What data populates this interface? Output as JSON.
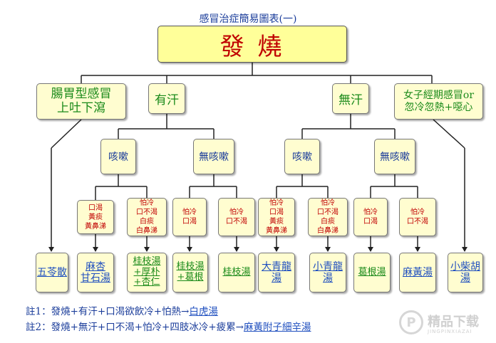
{
  "title": "感冒治症簡易圖表(一)",
  "root": "發 燒",
  "level1": {
    "gi": [
      "腸胃型感冒",
      "上吐下瀉"
    ],
    "sweat": "有汗",
    "nosweat": "無汗",
    "menses": [
      "女子經期感冒or",
      "忽冷忽熱+噁心"
    ]
  },
  "level2": {
    "cough_a": "咳嗽",
    "nocough_a": "無咳嗽",
    "cough_b": "咳嗽",
    "nocough_b": "無咳嗽"
  },
  "level3": {
    "s1": [
      "口渴",
      "黃痰",
      "黃鼻涕"
    ],
    "s2": [
      "怕冷",
      "口不渴",
      "白痰",
      "白鼻涕"
    ],
    "s3": [
      "怕冷",
      "口渴"
    ],
    "s4": [
      "怕冷",
      "口不渴"
    ],
    "s5": [
      "怕冷",
      "口渴",
      "黃痰",
      "黃鼻涕"
    ],
    "s6": [
      "怕冷",
      "口不渴",
      "白痰",
      "白鼻涕"
    ],
    "s7": [
      "怕冷",
      "口渴"
    ],
    "s8": [
      "怕冷",
      "口不渴"
    ]
  },
  "level4": {
    "f1": [
      "五苓散"
    ],
    "f2": [
      "麻杏",
      "甘石湯"
    ],
    "f3": [
      "桂枝湯",
      "+厚朴",
      "+杏仁"
    ],
    "f4": [
      "桂枝湯",
      "+葛根"
    ],
    "f5": [
      "桂枝湯"
    ],
    "f6": [
      "大青龍",
      "湯"
    ],
    "f7": [
      "小青龍",
      "湯"
    ],
    "f8": [
      "葛根湯"
    ],
    "f9": [
      "麻黃湯"
    ],
    "f10": [
      "小柴胡",
      "湯"
    ]
  },
  "notes": {
    "n1_text": "註1：發燒+有汗+口渴欲飲冷+怕熱→",
    "n1_link": "白虎湯",
    "n2_text": "註2：發燒+無汗+口不渴+怕冷+四肢冰冷+疲累→",
    "n2_link": "麻黃附子細辛湯"
  },
  "watermark": {
    "p": "P",
    "t1": "精品下载",
    "t2": "JINGPINXIAZAI"
  }
}
